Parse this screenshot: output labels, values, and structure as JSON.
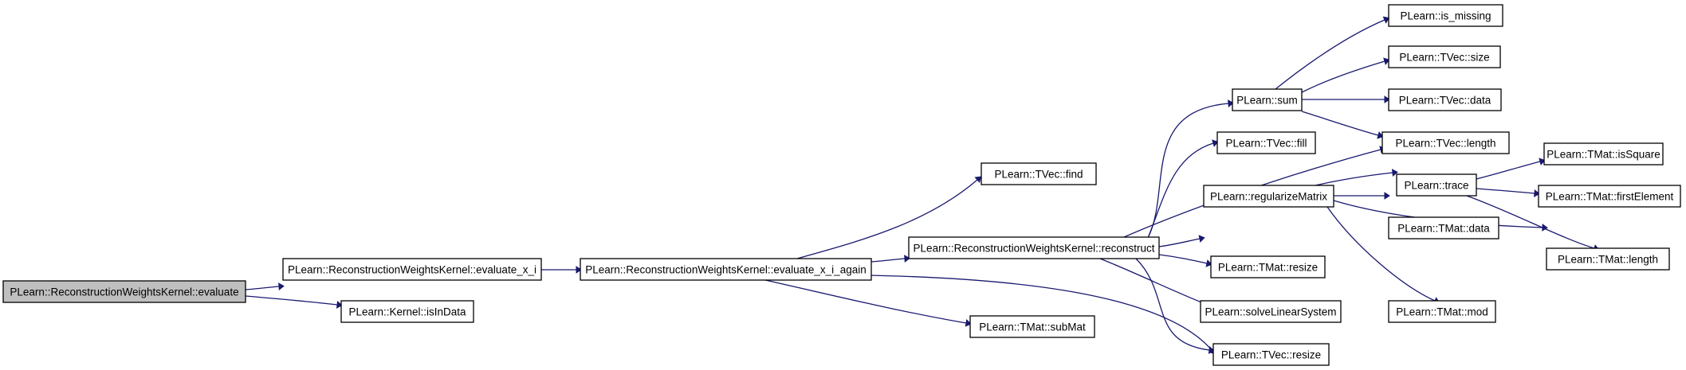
{
  "graph": {
    "edge_color": "#191970",
    "root_fill": "#bfbfbf",
    "nodes": {
      "evaluate": "PLearn::ReconstructionWeightsKernel::evaluate",
      "evaluate_x_i": "PLearn::ReconstructionWeightsKernel::evaluate_x_i",
      "isInData": "PLearn::Kernel::isInData",
      "evaluate_x_i_again": "PLearn::ReconstructionWeightsKernel::evaluate_x_i_again",
      "tvec_find": "PLearn::TVec::find",
      "reconstruct": "PLearn::ReconstructionWeightsKernel::reconstruct",
      "tmat_submat": "PLearn::TMat::subMat",
      "tvec_resize": "PLearn::TVec::resize",
      "sum": "PLearn::sum",
      "tvec_fill": "PLearn::TVec::fill",
      "tvec_length": "PLearn::TVec::length",
      "regularizeMatrix": "PLearn::regularizeMatrix",
      "tmat_resize": "PLearn::TMat::resize",
      "solveLinearSystem": "PLearn::solveLinearSystem",
      "is_missing": "PLearn::is_missing",
      "tvec_size": "PLearn::TVec::size",
      "tvec_data": "PLearn::TVec::data",
      "trace": "PLearn::trace",
      "tmat_data": "PLearn::TMat::data",
      "tmat_mod": "PLearn::TMat::mod",
      "tmat_isSquare": "PLearn::TMat::isSquare",
      "tmat_firstElement": "PLearn::TMat::firstElement",
      "tmat_length": "PLearn::TMat::length"
    }
  }
}
